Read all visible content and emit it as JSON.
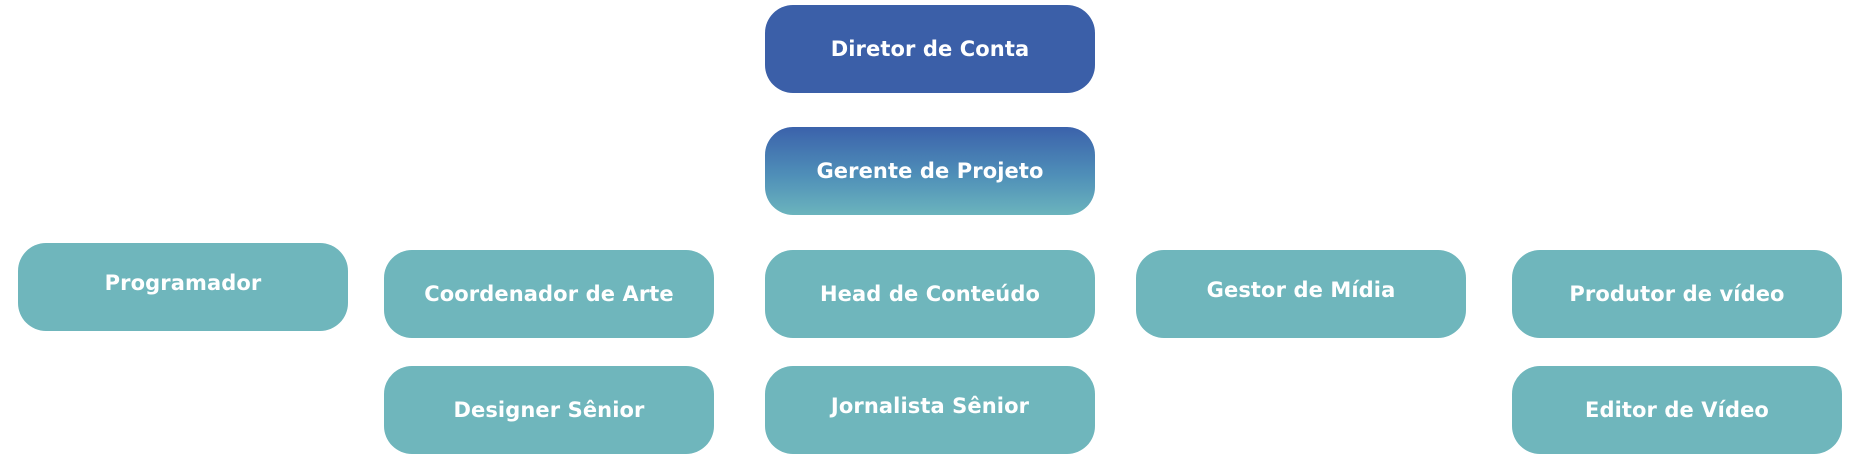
{
  "org_chart": {
    "director": {
      "label": "Diretor de Conta",
      "color": "#3b5fa8"
    },
    "manager": {
      "label": "Gerente de Projeto",
      "gradient": [
        "#3b62ab",
        "#6bb4bd"
      ]
    },
    "level3": {
      "programmer": {
        "label": "Programador"
      },
      "art_coordinator": {
        "label": "Coordenador de Arte"
      },
      "content_head": {
        "label": "Head de Conteúdo"
      },
      "media_manager": {
        "label": "Gestor de Mídia"
      },
      "video_producer": {
        "label": "Produtor de vídeo"
      }
    },
    "level4": {
      "senior_designer": {
        "label": "Designer Sênior"
      },
      "senior_journalist": {
        "label": "Jornalista Sênior"
      },
      "video_editor": {
        "label": "Editor de Vídeo"
      }
    },
    "node_color": "#6fb6bc",
    "text_color": "#ffffff"
  }
}
